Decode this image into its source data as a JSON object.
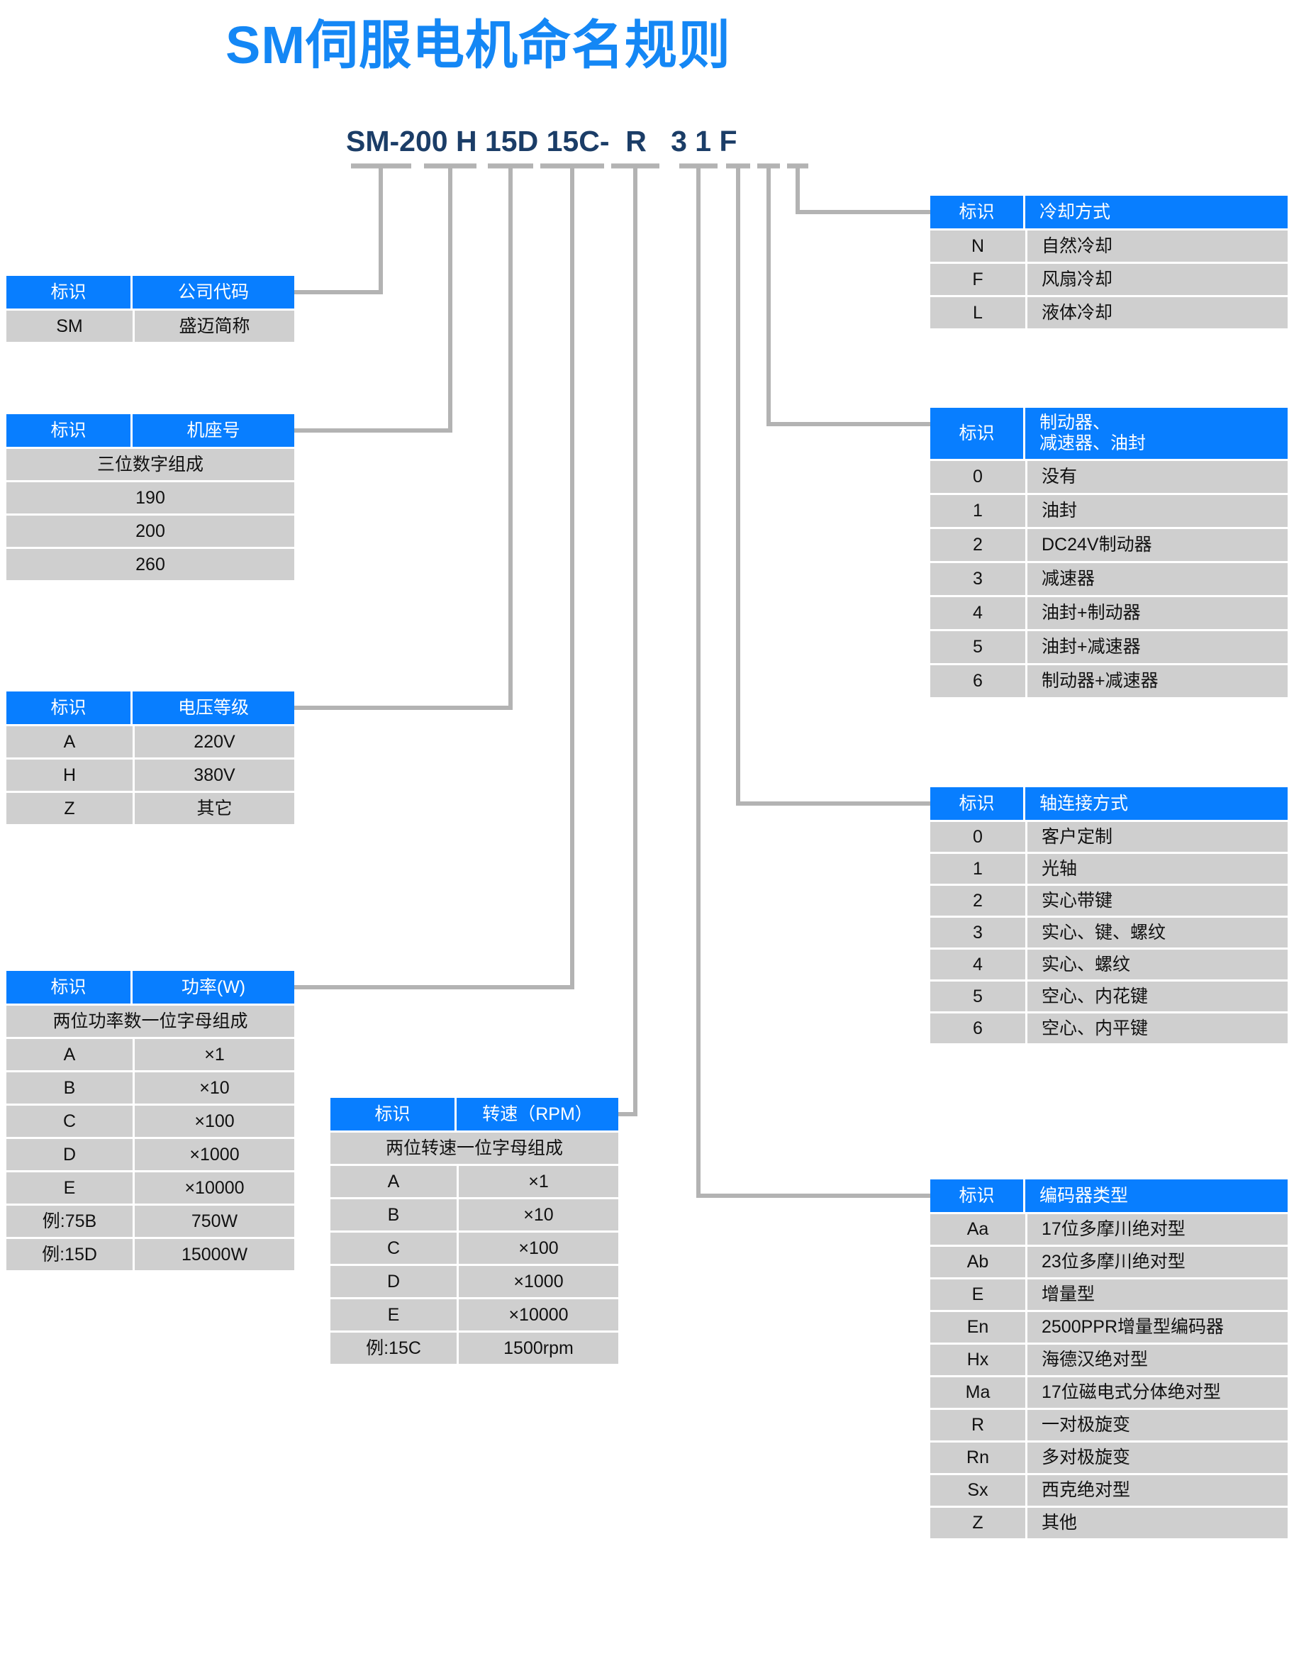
{
  "title": "SM伺服电机命名规则",
  "model_code": {
    "segments": [
      "SM-200",
      "H",
      "15D",
      "15C-",
      "R",
      "3",
      "1",
      "F"
    ],
    "full": "SM-200 H 15D 15C- R 3 1 F",
    "color": "#1b3d67"
  },
  "colors": {
    "accent_blue": "#087eff",
    "title_blue": "#1487f5",
    "row_gray": "#cfcfcf",
    "connector_gray": "#b3b3b3"
  },
  "common": {
    "id_header": "标识"
  },
  "tables": {
    "company": {
      "header_id": "标识",
      "header_value": "公司代码",
      "rows": [
        {
          "id": "SM",
          "value": "盛迈简称"
        }
      ]
    },
    "frame": {
      "header_id": "标识",
      "header_value": "机座号",
      "note": "三位数字组成",
      "rows": [
        {
          "value": "190"
        },
        {
          "value": "200"
        },
        {
          "value": "260"
        }
      ]
    },
    "voltage": {
      "header_id": "标识",
      "header_value": "电压等级",
      "rows": [
        {
          "id": "A",
          "value": "220V"
        },
        {
          "id": "H",
          "value": "380V"
        },
        {
          "id": "Z",
          "value": "其它"
        }
      ]
    },
    "power": {
      "header_id": "标识",
      "header_value": "功率(W)",
      "note": "两位功率数一位字母组成",
      "rows": [
        {
          "id": "A",
          "value": "×1"
        },
        {
          "id": "B",
          "value": "×10"
        },
        {
          "id": "C",
          "value": "×100"
        },
        {
          "id": "D",
          "value": "×1000"
        },
        {
          "id": "E",
          "value": "×10000"
        },
        {
          "id": "例:75B",
          "value": "750W"
        },
        {
          "id": "例:15D",
          "value": "15000W"
        }
      ]
    },
    "rpm": {
      "header_id": "标识",
      "header_value": "转速（RPM）",
      "note": "两位转速一位字母组成",
      "rows": [
        {
          "id": "A",
          "value": "×1"
        },
        {
          "id": "B",
          "value": "×10"
        },
        {
          "id": "C",
          "value": "×100"
        },
        {
          "id": "D",
          "value": "×1000"
        },
        {
          "id": "E",
          "value": "×10000"
        },
        {
          "id": "例:15C",
          "value": "1500rpm"
        }
      ]
    },
    "cooling": {
      "header_id": "标识",
      "header_value": "冷却方式",
      "rows": [
        {
          "id": "N",
          "value": "自然冷却"
        },
        {
          "id": "F",
          "value": "风扇冷却"
        },
        {
          "id": "L",
          "value": "液体冷却"
        }
      ]
    },
    "brake": {
      "header_id": "标识",
      "header_value_line1": "制动器、",
      "header_value_line2": "减速器、油封",
      "rows": [
        {
          "id": "0",
          "value": "没有"
        },
        {
          "id": "1",
          "value": "油封"
        },
        {
          "id": "2",
          "value": "DC24V制动器"
        },
        {
          "id": "3",
          "value": "减速器"
        },
        {
          "id": "4",
          "value": "油封+制动器"
        },
        {
          "id": "5",
          "value": "油封+减速器"
        },
        {
          "id": "6",
          "value": "制动器+减速器"
        }
      ]
    },
    "shaft": {
      "header_id": "标识",
      "header_value": "轴连接方式",
      "rows": [
        {
          "id": "0",
          "value": "客户定制"
        },
        {
          "id": "1",
          "value": "光轴"
        },
        {
          "id": "2",
          "value": "实心带键"
        },
        {
          "id": "3",
          "value": "实心、键、螺纹"
        },
        {
          "id": "4",
          "value": "实心、螺纹"
        },
        {
          "id": "5",
          "value": "空心、内花键"
        },
        {
          "id": "6",
          "value": "空心、内平键"
        }
      ]
    },
    "encoder": {
      "header_id": "标识",
      "header_value": "编码器类型",
      "rows": [
        {
          "id": "Aa",
          "value": "17位多摩川绝对型"
        },
        {
          "id": "Ab",
          "value": "23位多摩川绝对型"
        },
        {
          "id": "E",
          "value": "增量型"
        },
        {
          "id": "En",
          "value": "2500PPR增量型编码器"
        },
        {
          "id": "Hx",
          "value": "海德汉绝对型"
        },
        {
          "id": "Ma",
          "value": "17位磁电式分体绝对型"
        },
        {
          "id": "R",
          "value": "一对极旋变"
        },
        {
          "id": "Rn",
          "value": "多对极旋变"
        },
        {
          "id": "Sx",
          "value": "西克绝对型"
        },
        {
          "id": "Z",
          "value": "其他"
        }
      ]
    }
  }
}
